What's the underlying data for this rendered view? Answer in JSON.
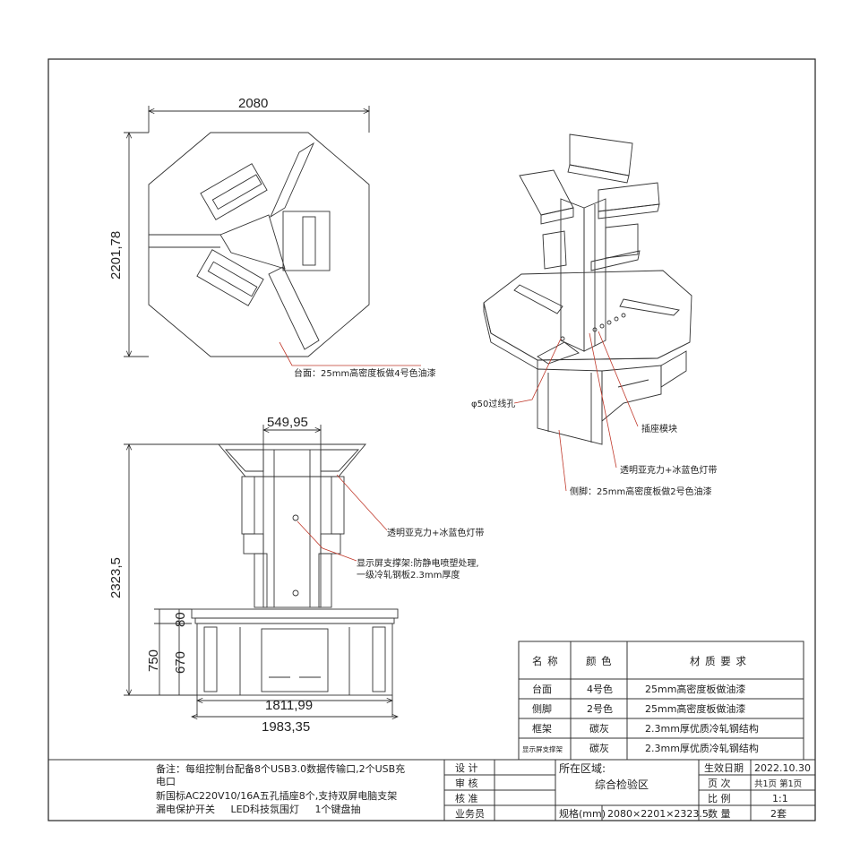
{
  "plan_view": {
    "dim_width": "2080",
    "dim_depth": "2201,78",
    "callout_top": "台面：25mm高密度板做4号色油漆"
  },
  "elevation_view": {
    "dim_top": "549,95",
    "dim_height": "2323,5",
    "dim_80": "80",
    "dim_750": "750",
    "dim_670": "670",
    "dim_inner": "1811,99",
    "dim_outer": "1983,35",
    "callout_acrylic": "透明亚克力+冰蓝色灯带",
    "callout_screen_1": "显示屏支撑架:防静电喷塑处理,",
    "callout_screen_2": "一级冷轧钢板2.3mm厚度"
  },
  "iso_view": {
    "callout_hole": "φ50过线孔",
    "callout_socket": "插座模块",
    "callout_acrylic": "透明亚克力+冰蓝色灯带",
    "callout_leg": "侧脚：25mm高密度板做2号色油漆"
  },
  "material_table": {
    "headers": [
      "名 称",
      "颜 色",
      "材 质 要 求"
    ],
    "rows": [
      [
        "台面",
        "4号色",
        "25mm高密度板做油漆"
      ],
      [
        "侧脚",
        "2号色",
        "25mm高密度板做油漆"
      ],
      [
        "框架",
        "碳灰",
        "2.3mm厚优质冷轧钢结构"
      ],
      [
        "显示屏支撑架",
        "碳灰",
        "2.3mm厚优质冷轧钢结构"
      ]
    ]
  },
  "title_block": {
    "notes": [
      "备注：每组控制台配备8个USB3.0数据传输口,2个USB充",
      "电口",
      "新国标AC220V10/16A五孔插座8个,支持双屏电脑支架",
      "漏电保护开关     LED科技氛围灯     1个键盘抽"
    ],
    "roles": [
      "设  计",
      "审  核",
      "核  准",
      "业务员"
    ],
    "region_label": "所在区域:",
    "region_value": "综合检验区",
    "spec_label": "规格(mm)",
    "spec_value": "2080×2201×2323.5",
    "meta_rows": [
      [
        "生效日期",
        "2022.10.30"
      ],
      [
        "页  次",
        "共1页 第1页"
      ],
      [
        "比  例",
        "1:1"
      ],
      [
        "数  量",
        "2套"
      ]
    ]
  }
}
